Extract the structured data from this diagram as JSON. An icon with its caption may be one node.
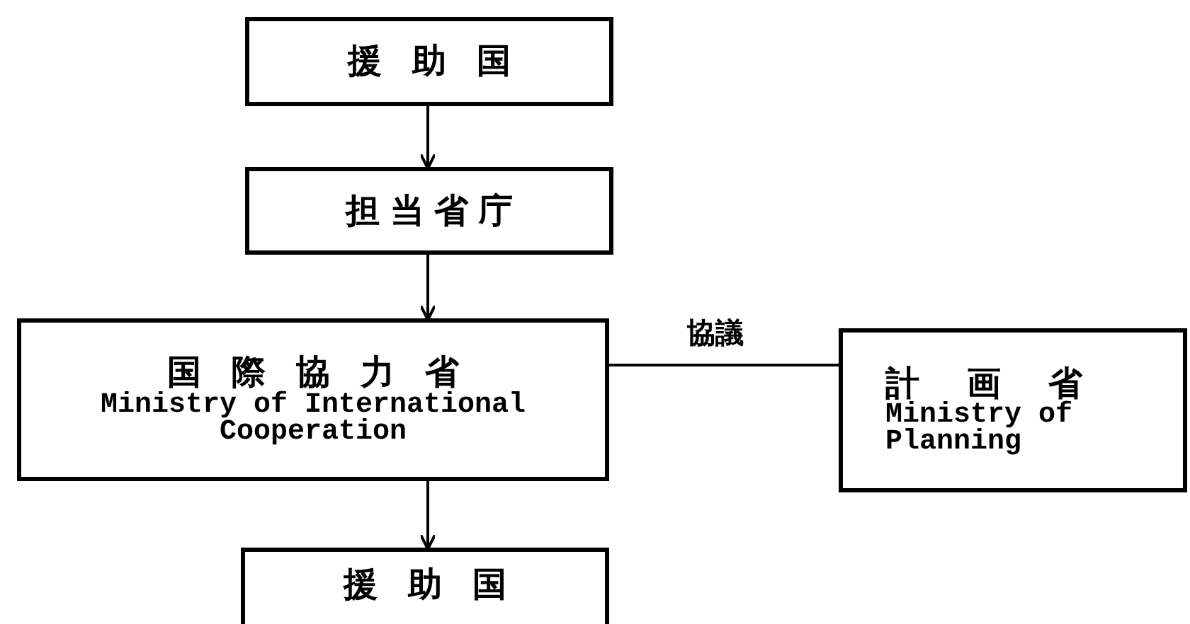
{
  "diagram": {
    "nodes": [
      {
        "text": [
          "援助国"
        ]
      },
      {
        "text": [
          "担当省庁"
        ]
      },
      {
        "text": [
          "国際協力省",
          "Ministry of International Cooperation"
        ]
      },
      {
        "text": [
          "計画省",
          "Ministry of Planning"
        ]
      },
      {
        "text": [
          "援助国"
        ]
      }
    ],
    "edges": [
      {
        "from": 0,
        "to": 1,
        "arrow": "to"
      },
      {
        "from": 1,
        "to": 2,
        "arrow": "to"
      },
      {
        "from": 2,
        "to": 3,
        "arrow": "none",
        "label": "協議"
      },
      {
        "from": 2,
        "to": 4,
        "arrow": "to"
      }
    ]
  }
}
